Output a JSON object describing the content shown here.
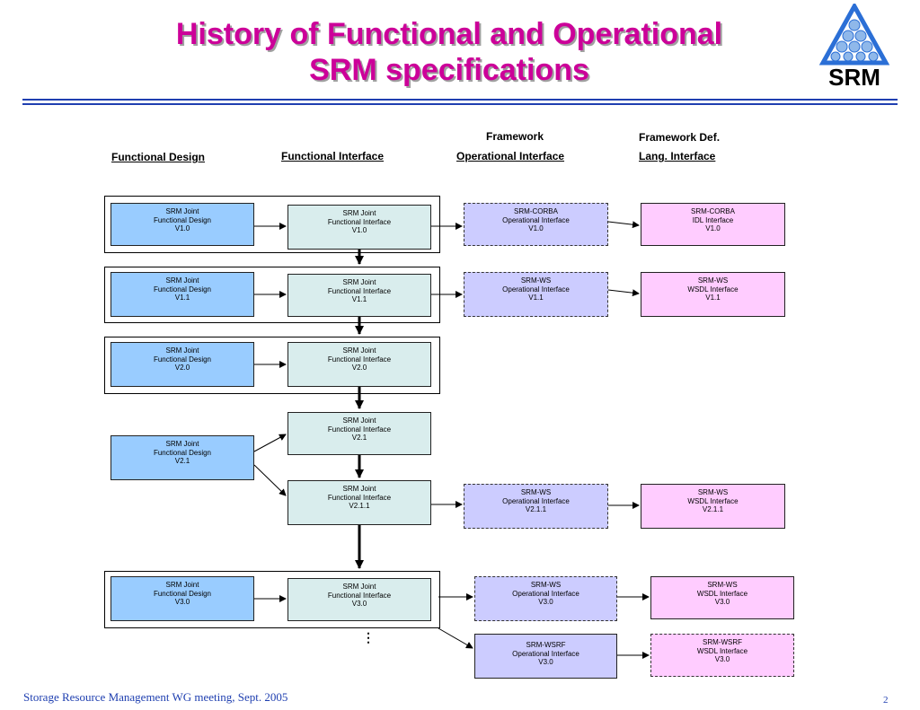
{
  "title": {
    "line1": "History of Functional and Operational",
    "line2": "SRM specifications"
  },
  "logo": {
    "text": "SRM"
  },
  "headers": {
    "functional_design": "Functional Design",
    "functional_interface": "Functional Interface",
    "framework_line1": "Framework",
    "framework_line2": "Operational Interface",
    "framework_def_line1": "Framework Def.",
    "framework_def_line2": "Lang. Interface"
  },
  "boxes": {
    "fd_v10": "SRM Joint\nFunctional Design\nV1.0",
    "fd_v11": "SRM Joint\nFunctional Design\nV1.1",
    "fd_v20": "SRM Joint\nFunctional Design\nV2.0",
    "fd_v21": "SRM Joint\nFunctional Design\nV2.1",
    "fd_v30": "SRM Joint\nFunctional Design\nV3.0",
    "fi_v10": "SRM Joint\nFunctional Interface\nV1.0",
    "fi_v11": "SRM Joint\nFunctional Interface\nV1.1",
    "fi_v20": "SRM Joint\nFunctional Interface\nV2.0",
    "fi_v21": "SRM Joint\nFunctional Interface\nV2.1",
    "fi_v211": "SRM Joint\nFunctional Interface\nV2.1.1",
    "fi_v30": "SRM Joint\nFunctional Interface\nV3.0",
    "op_corba_v10": "SRM-CORBA\nOperational Interface\nV1.0",
    "op_ws_v11": "SRM-WS\nOperational Interface\nV1.1",
    "op_ws_v211": "SRM-WS\nOperational Interface\nV2.1.1",
    "op_ws_v30": "SRM-WS\nOperational Interface\nV3.0",
    "op_wsrf_v30": "SRM-WSRF\nOperational Interface\nV3.0",
    "li_corba_v10": "SRM-CORBA\nIDL Interface\nV1.0",
    "li_ws_v11": "SRM-WS\nWSDL Interface\nV1.1",
    "li_ws_v211": "SRM-WS\nWSDL Interface\nV2.1.1",
    "li_ws_v30": "SRM-WS\nWSDL Interface\nV3.0",
    "li_wsrf_v30": "SRM-WSRF\nWSDL Interface\nV3.0"
  },
  "ellipsis": "⋮",
  "footer": {
    "text": "Storage Resource Management WG meeting, Sept. 2005",
    "page": "2"
  }
}
